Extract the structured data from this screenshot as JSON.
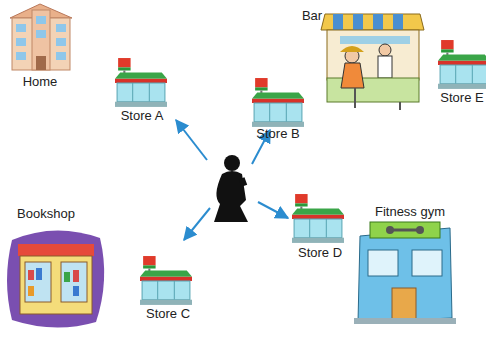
{
  "diagram": {
    "labels": [
      "Home",
      "Store A",
      "Bar",
      "Store B",
      "Store E",
      "Store D",
      "Bookshop",
      "Fitness gym",
      "Store C"
    ]
  }
}
